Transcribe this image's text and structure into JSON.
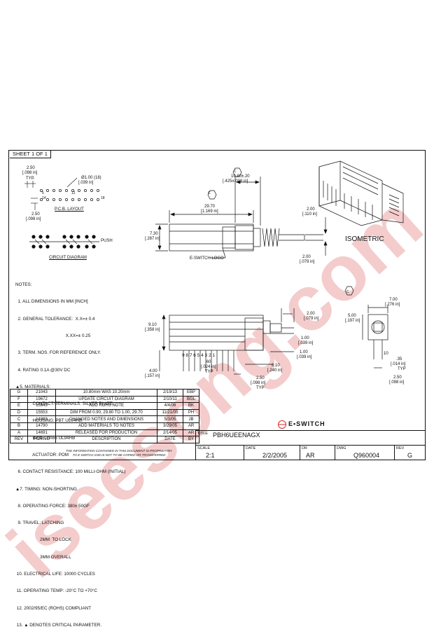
{
  "sheet": "SHEET 1 OF 1",
  "pcb": {
    "pitch_top": "2.50",
    "pitch_top_in": "[.098 in]",
    "typ": "TYP.",
    "hole": "Ø1.00  (18)",
    "hole_in": "[.039 in]",
    "pin_labels": [
      "5",
      "12",
      "14",
      "18"
    ],
    "pitch_side": "2.50",
    "pitch_side_in": "[.098 in]",
    "title": "P.C.B. LAYOUT"
  },
  "circuit": {
    "push": "PUSH",
    "title": "CIRCUIT DIAGRAM"
  },
  "side_view": {
    "crit": "C",
    "dim_total": "10.80±.20",
    "dim_total_in": "[.425±.008 in]",
    "dim_body": "29.70",
    "dim_body_in": "[1.169 in]",
    "dim_height": "7.30",
    "dim_height_in": "[.287 in]",
    "shaft": "2.00",
    "shaft_in": "[.110 in]",
    "shaft2": "2.00",
    "shaft2_in": "[.079 in]",
    "logo": "E-SWITCH LOGO"
  },
  "isometric": "ISOMETRIC",
  "front_view": {
    "height": "9.10",
    "height_in": "[.358 in]",
    "pin_h": "4.00",
    "pin_h_in": "[.157 in]",
    "pin_w": ".60",
    "pin_w_in": "[.024 in]",
    "typ": "TYP",
    "pin_numbers": "9 8 7 6 5 4 3 2 1",
    "w200": "2.00",
    "w200_in": "[.079 in]",
    "w100a": "1.00",
    "w100a_in": "[.039 in]",
    "w100b": "1.00",
    "w100b_in": "[.039 in]",
    "w610": "6.10",
    "w610_in": "[.240 in]",
    "w250": "2.50",
    "w250_in": "[.098 in]",
    "typ2": "TYP"
  },
  "end_view": {
    "crit": "C",
    "w700": "7.00",
    "w700_in": "[.276 in]",
    "h500": "5.00",
    "h500_in": "[.197 in]",
    "pin10": "10",
    "d35": ".35",
    "d35_in": "[.014 in]",
    "typ": "TYP",
    "d250": "2.50",
    "d250_in": "[.098 in]"
  },
  "notes": [
    "NOTES:",
    "  1. ALL DIMENSIONS IN MM [INCH]",
    "  2. GENERAL TOLERANCE:  X.X=± 0.4",
    "                                         X.XX=± 0.25",
    "  3. TERM. NOS. FOR REFERENCE ONLY.",
    "  4. RATING 0.1A @30V DC",
    "▲5. MATERIALS:",
    "              CONTACT/TERMINALS: SILVER PLATE",
    "              HOUSING: PBT UL94HB",
    "              BASE: PA66 UL94HB",
    "              ACTUATOR: POM",
    "  6. CONTACT RESISTANCE: 100 MILLI-OHM (INITIAL)",
    "▲7. TIMING: NON-SHORTING",
    "  8. OPERATING FORCE: 380± 50GF",
    "  9. TRAVEL: LATCHING",
    "                    2MM  TO LOCK",
    "                    3MM OVERALL",
    " 10. ELECTRICAL LIFE: 10000 CYCLES",
    " 11. OPERATING TEMP: -20°C TO +70°C",
    " 12. 2002/95/EC (ROHS) COMPLIANT",
    " 13. ▲ DENOTES CRITICAL PARAMETER."
  ],
  "revisions": [
    [
      "G",
      "21043",
      "10.80mm WAS 10.20mm",
      "2/19/13",
      "EBP"
    ],
    [
      "F",
      "19672",
      "UPDATE CIRCUIT DIAGRAM",
      "2/10/11",
      "BGL"
    ],
    [
      "E",
      "15943",
      "ADD ROHS NOTE",
      "4/4/06",
      "BK"
    ],
    [
      "D",
      "15553",
      "DIM FROM 0.90, 29.80 TO 1.00, 29.70",
      "11/21/05",
      "PH"
    ],
    [
      "C",
      "14893",
      "CHANGED NOTES AND DIMENSIONS",
      "5/3/05",
      "JB"
    ],
    [
      "B",
      "14790",
      "ADD MATERIALS TO NOTES",
      "3/29/05",
      "AR"
    ],
    [
      "A",
      "14691",
      "RELEASED FOR PRODUCTION",
      "2/14/05",
      "AR"
    ]
  ],
  "rev_header": [
    "REV",
    "PCR NO",
    "DESCRIPTION",
    "DATE",
    "BY"
  ],
  "disclaimer1": "THE INFORMATION CONTAINED IN THIS DOCUMENT IS PROPRIETARY",
  "disclaimer2": "TO E-SWITCH AND IS NOT TO BE COPIED OR TRANSFERRED",
  "title_block": {
    "brand": "E•SWITCH",
    "title_label": "TITLE",
    "title": "PBH6UEENAGX",
    "scale_label": "SCALE",
    "scale": "2:1",
    "date_label": "DATE",
    "date": "2/2/2005",
    "dr_label": "DR",
    "dr": "AR",
    "dwg_label": "DWG",
    "dwg": "Q960004",
    "rev_label": "REV",
    "rev": "G"
  },
  "watermark": "iseesong.com",
  "colors": {
    "watermark": "#f3c4c4",
    "brand": "#d32a2a",
    "line": "#111111"
  }
}
